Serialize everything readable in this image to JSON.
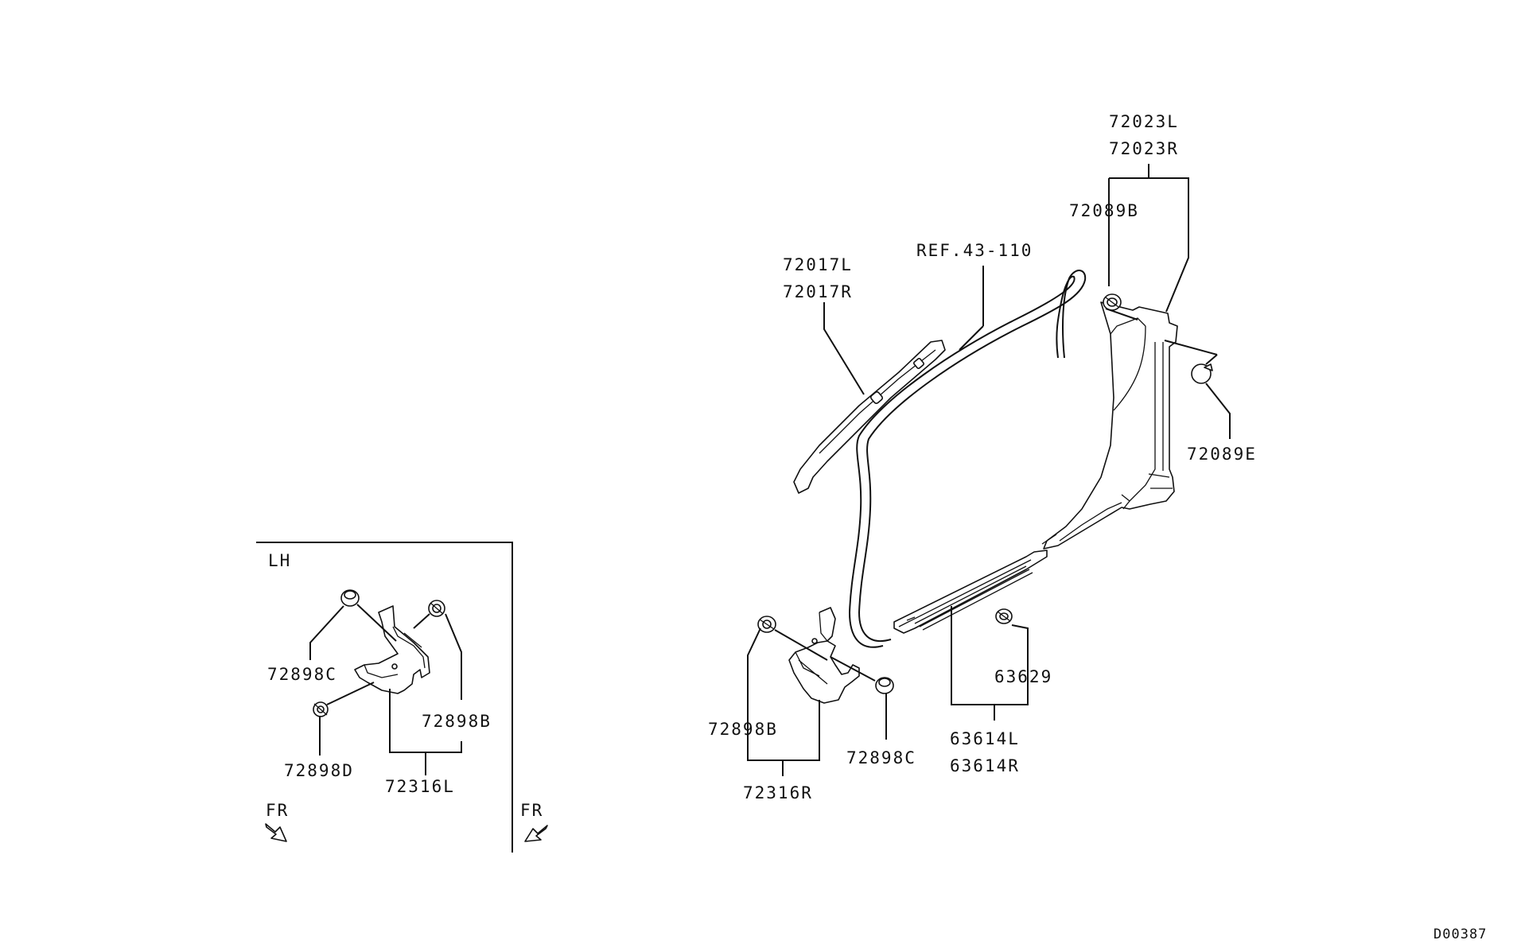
{
  "inset": {
    "side_label": "LH",
    "fr_label": "FR",
    "parts": [
      "72898C",
      "72898B",
      "72898D",
      "72316L"
    ]
  },
  "main": {
    "fr_label": "FR",
    "parts": [
      "72023L",
      "72023R",
      "72089B",
      "REF.43-110",
      "72017L",
      "72017R",
      "72089E",
      "63629",
      "63614L",
      "63614R",
      "72898B",
      "72898C",
      "72316R"
    ]
  },
  "drawing_id": "D00387"
}
